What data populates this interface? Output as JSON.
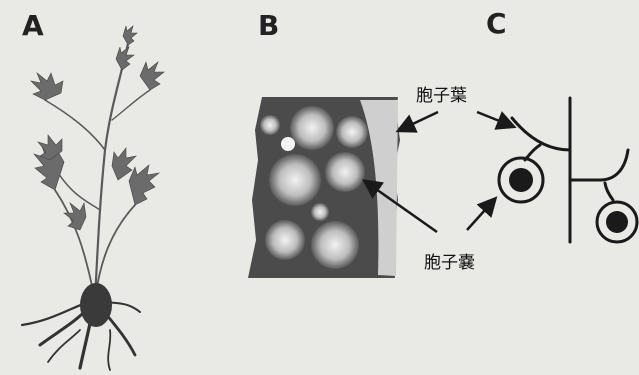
{
  "panels": {
    "a": {
      "label": "A"
    },
    "b": {
      "label": "B"
    },
    "c": {
      "label": "C"
    }
  },
  "annotations": {
    "sporophyll": "胞子葉",
    "sporangium": "胞子嚢"
  },
  "colors": {
    "background": "#e9e9e6",
    "ink": "#1a1a1a",
    "plant": "#555555",
    "micrograph_dark": "#3a3a3a",
    "micrograph_light": "#d8d8d8"
  }
}
